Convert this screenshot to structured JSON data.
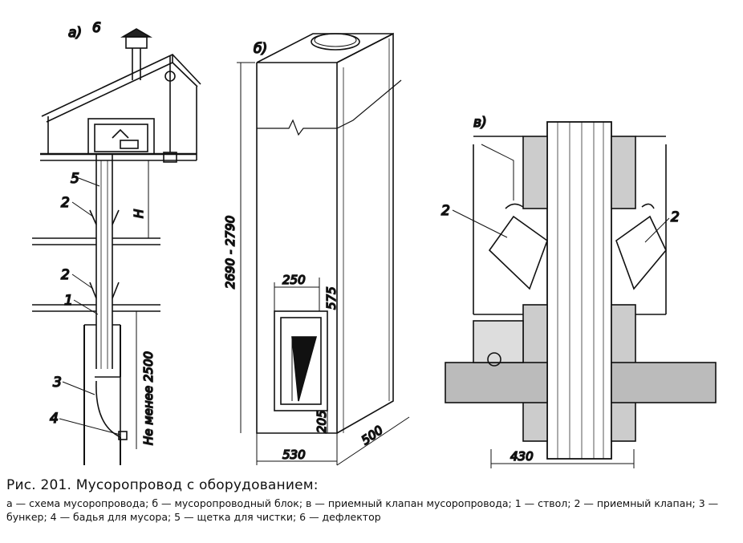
{
  "figure": {
    "caption_title": "Рис. 201. Мусоропровод с оборудованием:",
    "caption_legend": "а — схема мусоропровода; б — мусоропроводный блок; в — приемный клапан мусоропровода; 1 — ствол; 2 — приемный клапан; 3 — бункер; 4 — бадья для мусора; 5 — щетка для чистки; 6 — дефлектор"
  },
  "panel_a": {
    "letter": "а)",
    "labels": [
      "6",
      "5",
      "2",
      "2",
      "1",
      "3",
      "4"
    ],
    "dim_h": "Н",
    "dim_min": "Не менее 2500"
  },
  "panel_b": {
    "letter": "б)",
    "dim_height": "2690 - 2790",
    "dim_250": "250",
    "dim_575": "575",
    "dim_205": "205",
    "dim_530": "530",
    "dim_500": "500"
  },
  "panel_c": {
    "letter": "в)",
    "label_left": "2",
    "label_right": "2",
    "dim_430": "430"
  }
}
